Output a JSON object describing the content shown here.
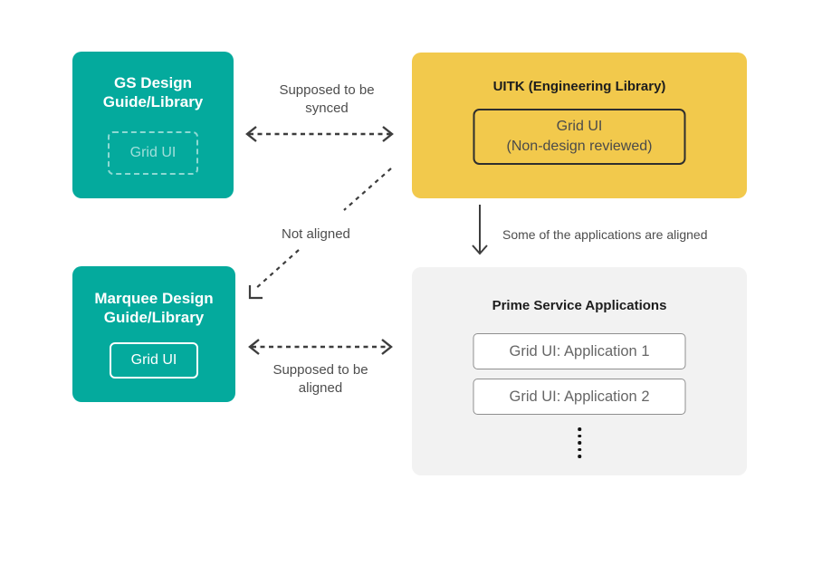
{
  "colors": {
    "teal": "#04AA9D",
    "yellow": "#F2C94C",
    "light_gray": "#F2F2F2",
    "arrow": "#3d3d3d",
    "label_text": "#4d4d4d"
  },
  "nodes": {
    "gs_design": {
      "title": "GS Design Guide/Library",
      "item": "Grid UI"
    },
    "uitk": {
      "title": "UITK (Engineering Library)",
      "item": {
        "line1": "Grid UI",
        "line2": "(Non-design reviewed)"
      }
    },
    "marquee": {
      "title": "Marquee Design Guide/Library",
      "item": "Grid UI"
    },
    "prime": {
      "title": "Prime Service Applications",
      "apps": [
        "Grid UI: Application 1",
        "Grid UI: Application 2"
      ]
    }
  },
  "labels": {
    "synced": "Supposed to be synced",
    "not_aligned": "Not aligned",
    "partially_aligned": "Some of the applications are aligned",
    "aligned": "Supposed to be aligned"
  },
  "icons": {
    "more_apps": "vertical-ellipsis-icon"
  }
}
